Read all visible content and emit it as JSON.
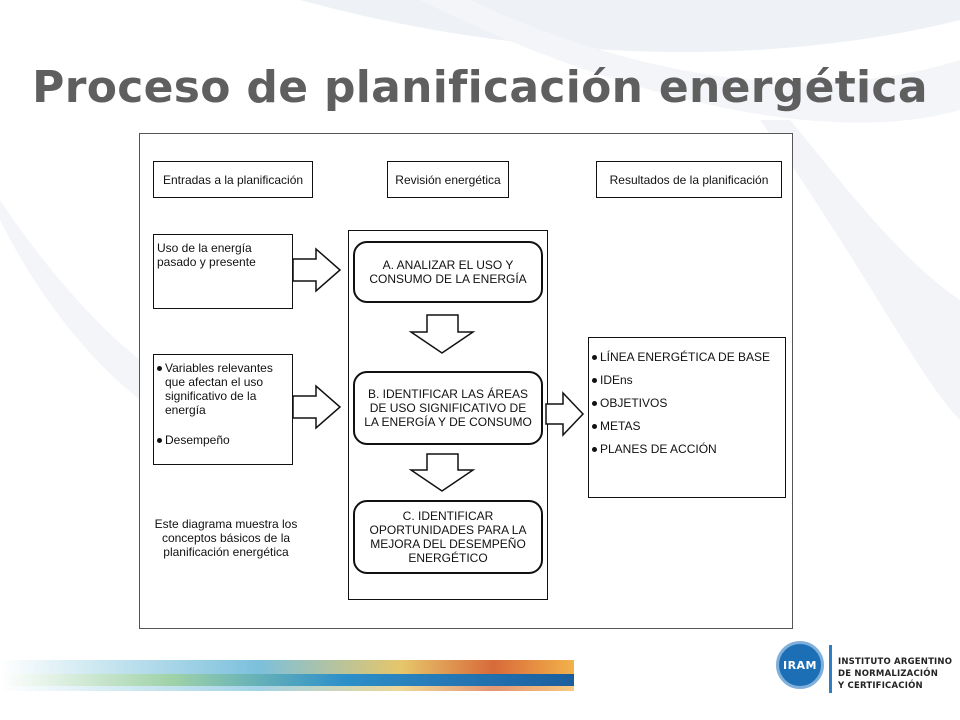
{
  "title": "Proceso de planificación energética",
  "columns": {
    "inputs": "Entradas a la planificación",
    "review": "Revisión energética",
    "outputs": "Resultados de la planificación"
  },
  "inputs": {
    "box1": [
      "Uso de la energía",
      "pasado y presente"
    ],
    "box2_bullet1": [
      "Variables relevantes",
      "que afectan el uso",
      "significativo de la",
      "energía"
    ],
    "box2_bullet2": "Desempeño"
  },
  "note": [
    "Este diagrama muestra los",
    "conceptos básicos de la",
    "planificación energética"
  ],
  "steps": {
    "a": [
      "A. ANALIZAR EL USO  Y",
      "CONSUMO DE LA ENERGÍA"
    ],
    "b": [
      "B. IDENTIFICAR LAS ÁREAS",
      "DE USO SIGNIFICATIVO DE",
      "LA ENERGÍA Y DE CONSUMO"
    ],
    "c": [
      "C. IDENTIFICAR",
      "OPORTUNIDADES PARA LA",
      "MEJORA DEL DESEMPEÑO",
      "ENERGÉTICO"
    ]
  },
  "outputs": [
    "LÍNEA ENERGÉTICA DE BASE",
    "IDEns",
    "OBJETIVOS",
    "METAS",
    "PLANES DE ACCIÓN"
  ],
  "logo": {
    "emblem": "IRAM",
    "lines": [
      "INSTITUTO ARGENTINO",
      "DE NORMALIZACIÓN",
      "Y CERTIFICACIÓN"
    ]
  },
  "colors": {
    "title": "#5f5f5f",
    "logo_blue": "#1d6fb5"
  }
}
